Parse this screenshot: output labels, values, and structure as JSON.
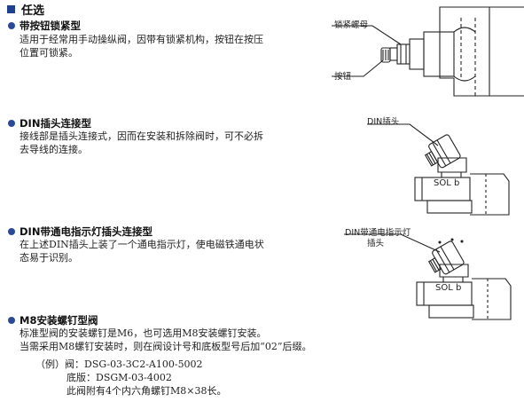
{
  "heading": "任选",
  "sections": [
    {
      "title": "带按钮锁紧型",
      "lines": [
        "适用于经常用手动操纵阀，因带有锁紧机构，按钮在按压",
        "位置可锁紧。"
      ],
      "callouts": [
        "锁紧螺母",
        "按钮"
      ]
    },
    {
      "title": "DIN插头连接型",
      "lines": [
        "接线部是插头连接式，因而在安装和拆除阀时，可不必拆",
        "去导线的连接。"
      ],
      "callouts": [
        "DIN插头"
      ],
      "sol_label": "SOL b"
    },
    {
      "title": "DIN带通电指示灯插头连接型",
      "lines": [
        "在上述DIN插头上装了一个通电指示灯，使电磁铁通电状",
        "态易于识别。"
      ],
      "callouts": [
        "DIN带通电指示灯",
        "插头"
      ],
      "sol_label": "SOL b"
    },
    {
      "title": "M8安装螺钉型阀",
      "lines": [
        "标准型阀的安装螺钉是M6，也可选用M8安装螺钉安装。",
        "当需采用M8螺钉安装时，则在阀设计号和底板型号后加“02”后缀。"
      ],
      "example_lines": [
        "（例）阀：DSG-03-3C2-A100-5002",
        "底版：DSGM-03-4002",
        "此阀附有4个内六角螺钉M8×38长。"
      ]
    }
  ]
}
